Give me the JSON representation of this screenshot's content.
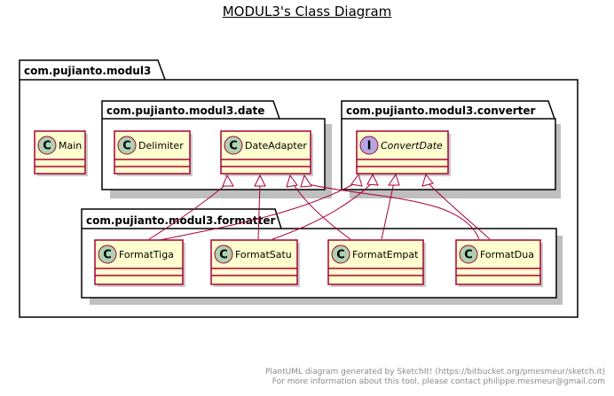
{
  "title": "MODUL3's Class Diagram",
  "packages": {
    "root": "com.pujianto.modul3",
    "date": "com.pujianto.modul3.date",
    "converter": "com.pujianto.modul3.converter",
    "formatter": "com.pujianto.modul3.formatter"
  },
  "classes": {
    "main": {
      "name": "Main",
      "kind": "C"
    },
    "delimiter": {
      "name": "Delimiter",
      "kind": "C"
    },
    "date_adapter": {
      "name": "DateAdapter",
      "kind": "C"
    },
    "convert_date": {
      "name": "ConvertDate",
      "kind": "I"
    },
    "format_tiga": {
      "name": "FormatTiga",
      "kind": "C"
    },
    "format_satu": {
      "name": "FormatSatu",
      "kind": "C"
    },
    "format_empat": {
      "name": "FormatEmpat",
      "kind": "C"
    },
    "format_dua": {
      "name": "FormatDua",
      "kind": "C"
    }
  },
  "relations": [
    {
      "from": "FormatTiga",
      "to": "DateAdapter",
      "type": "extends"
    },
    {
      "from": "FormatTiga",
      "to": "ConvertDate",
      "type": "implements"
    },
    {
      "from": "FormatSatu",
      "to": "DateAdapter",
      "type": "extends"
    },
    {
      "from": "FormatSatu",
      "to": "ConvertDate",
      "type": "implements"
    },
    {
      "from": "FormatEmpat",
      "to": "DateAdapter",
      "type": "extends"
    },
    {
      "from": "FormatEmpat",
      "to": "ConvertDate",
      "type": "implements"
    },
    {
      "from": "FormatDua",
      "to": "DateAdapter",
      "type": "extends"
    },
    {
      "from": "FormatDua",
      "to": "ConvertDate",
      "type": "implements"
    }
  ],
  "footer": {
    "line1": "PlantUML diagram generated by SketchIt! (https://bitbucket.org/pmesmeur/sketch.it)",
    "line2": "For more information about this tool, please contact philippe.mesmeur@gmail.com"
  },
  "colors": {
    "class_fill": "#FEFECE",
    "class_border": "#A80036",
    "class_badge": "#ADD1B2",
    "interface_badge": "#B4A7E5",
    "relation_line": "#A80036",
    "package_fill": "#FFFFFF",
    "package_border": "#000000"
  }
}
